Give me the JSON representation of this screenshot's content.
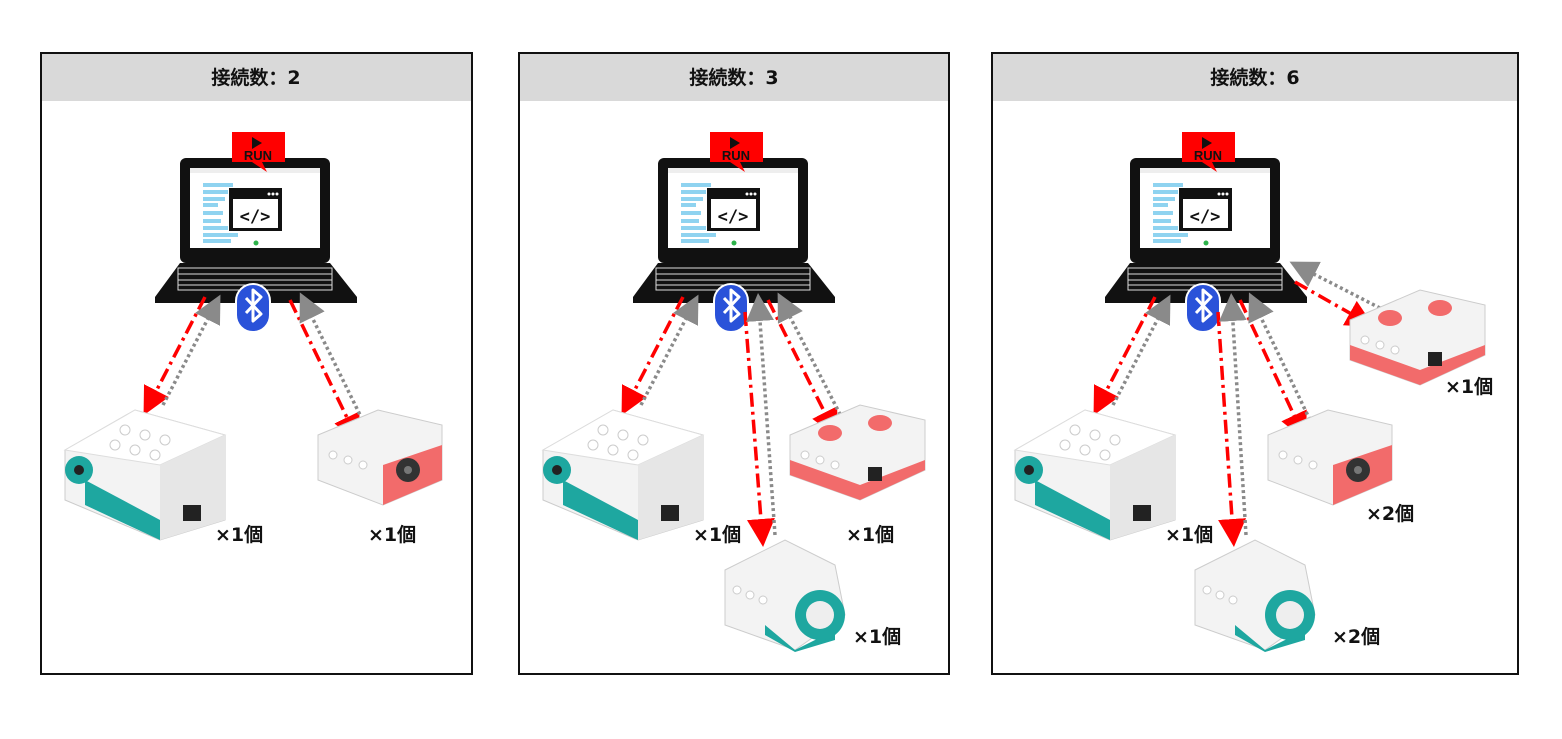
{
  "panels": [
    {
      "header": "接続数：2",
      "counts": [
        "×1個",
        "×1個"
      ]
    },
    {
      "header": "接続数：3",
      "counts": [
        "×1個",
        "×1個",
        "×1個"
      ]
    },
    {
      "header": "接続数：6",
      "counts": [
        "×1個",
        "×1個",
        "×2個",
        "×2個"
      ]
    }
  ],
  "run_label": "RUN",
  "icons": [
    "laptop-icon",
    "bluetooth-icon",
    "play-icon",
    "code-icon",
    "hub-icon",
    "distance-sensor-icon",
    "force-sensor-icon",
    "motor-icon"
  ],
  "colors": {
    "header_bg": "#d9d9d9",
    "send_arrow": "#ff0000",
    "receive_arrow": "#8a8a8a",
    "bluetooth": "#2a52d9",
    "teal": "#1ea7a0",
    "coral": "#f26b6b"
  }
}
